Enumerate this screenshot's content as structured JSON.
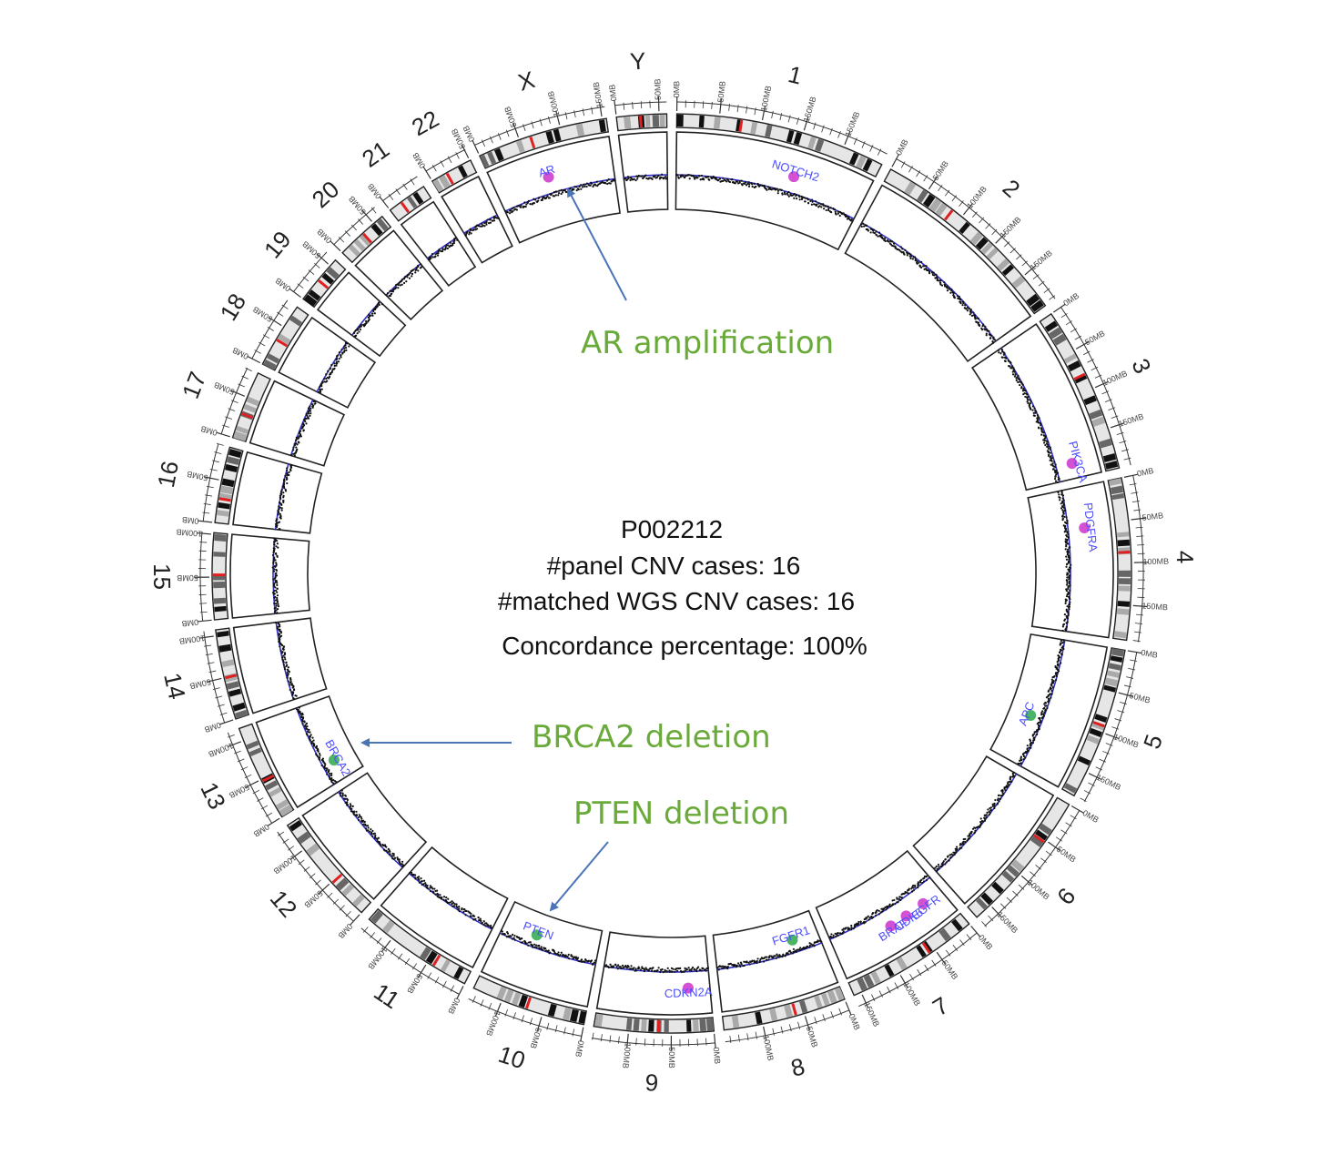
{
  "sample": {
    "id": "P002212",
    "panel_cases": "#panel CNV cases: 16",
    "matched_cases": "#matched WGS CNV cases: 16",
    "concordance": "Concordance percentage: 100%"
  },
  "annotations": [
    {
      "key": "ar",
      "text": "AR amplification"
    },
    {
      "key": "brca2",
      "text": "BRCA2 deletion"
    },
    {
      "key": "pten",
      "text": "PTEN deletion"
    }
  ],
  "colors": {
    "annotation_text": "#6aaa3a",
    "arrow": "#4a74b8",
    "cn_line": "#3030c8",
    "points": "#111111",
    "centromere": "#e02020",
    "gene_label": "#4d4dff",
    "amp_marker": "#cc33cc",
    "del_marker": "#2aa84a"
  },
  "tick_units": {
    "zero": "0MB",
    "fifty": "50MB",
    "hundred": "100MB",
    "onefifty": "150MB"
  },
  "chromosomes": [
    {
      "name": "1",
      "size": 249
    },
    {
      "name": "2",
      "size": 243
    },
    {
      "name": "3",
      "size": 198
    },
    {
      "name": "4",
      "size": 191
    },
    {
      "name": "5",
      "size": 181
    },
    {
      "name": "6",
      "size": 171
    },
    {
      "name": "7",
      "size": 159
    },
    {
      "name": "8",
      "size": 146
    },
    {
      "name": "9",
      "size": 141
    },
    {
      "name": "10",
      "size": 136
    },
    {
      "name": "11",
      "size": 135
    },
    {
      "name": "12",
      "size": 134
    },
    {
      "name": "13",
      "size": 115
    },
    {
      "name": "14",
      "size": 107
    },
    {
      "name": "15",
      "size": 102
    },
    {
      "name": "16",
      "size": 90
    },
    {
      "name": "17",
      "size": 81
    },
    {
      "name": "18",
      "size": 78
    },
    {
      "name": "19",
      "size": 59
    },
    {
      "name": "20",
      "size": 63
    },
    {
      "name": "21",
      "size": 48
    },
    {
      "name": "22",
      "size": 51
    },
    {
      "name": "X",
      "size": 155
    },
    {
      "name": "Y",
      "size": 59
    }
  ],
  "genes": [
    {
      "chrom": "1",
      "pos": 0.62,
      "label": "NOTCH2",
      "type": "amp"
    },
    {
      "chrom": "3",
      "pos": 0.9,
      "label": "PIK3CA",
      "type": "amp"
    },
    {
      "chrom": "4",
      "pos": 0.28,
      "label": "PDGFRA",
      "type": "amp"
    },
    {
      "chrom": "5",
      "pos": 0.62,
      "label": "APC",
      "type": "del"
    },
    {
      "chrom": "7",
      "pos": 0.18,
      "label": "EGFR",
      "type": "amp"
    },
    {
      "chrom": "7",
      "pos": 0.35,
      "label": "CDK6",
      "type": "amp"
    },
    {
      "chrom": "7",
      "pos": 0.5,
      "label": "BRAF",
      "type": "amp"
    },
    {
      "chrom": "8",
      "pos": 0.25,
      "label": "FGFR1",
      "type": "del"
    },
    {
      "chrom": "9",
      "pos": 0.2,
      "label": "CDKN2A",
      "type": "amp"
    },
    {
      "chrom": "10",
      "pos": 0.65,
      "label": "PTEN",
      "type": "del"
    },
    {
      "chrom": "13",
      "pos": 0.25,
      "label": "BRCA2",
      "type": "del"
    },
    {
      "chrom": "X",
      "pos": 0.45,
      "label": "AR",
      "type": "amp"
    }
  ]
}
